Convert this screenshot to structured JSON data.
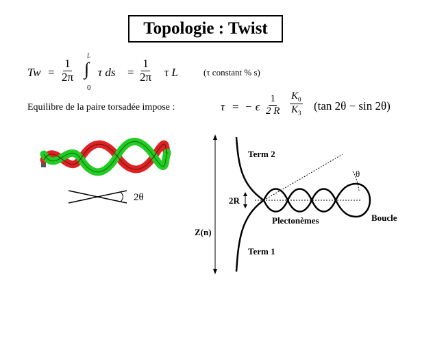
{
  "title": "Topologie : Twist",
  "tw_formula": {
    "lhs": "Tw",
    "eq": "=",
    "one": "1",
    "two_pi": "2π",
    "int_upper": "L",
    "int_lower": "0",
    "integrand": "τ ds",
    "eq2": "=",
    "tau_L": "τ L",
    "note": "(τ constant % s)"
  },
  "equilibrium": {
    "label": "Equilibre de la paire torsadée impose :",
    "tau": "τ",
    "eq": "=",
    "minus_eps": "− ϵ",
    "one": "1",
    "two_R": "2 R",
    "K0": "K",
    "K0_sub": "0",
    "K3": "K",
    "K3_sub": "3",
    "paren": "(tan 2θ − sin 2θ)"
  },
  "twist_diagram": {
    "angle_label": "2θ",
    "strand_colors": [
      "#22cc22",
      "#dd2222"
    ]
  },
  "plectoneme_diagram": {
    "term2": "Term 2",
    "term1": "Term 1",
    "two_r": "2R",
    "z_axis": "Z(n)",
    "plectonemes": "Plectonèmes",
    "boucle": "Boucle",
    "theta": "θ"
  }
}
